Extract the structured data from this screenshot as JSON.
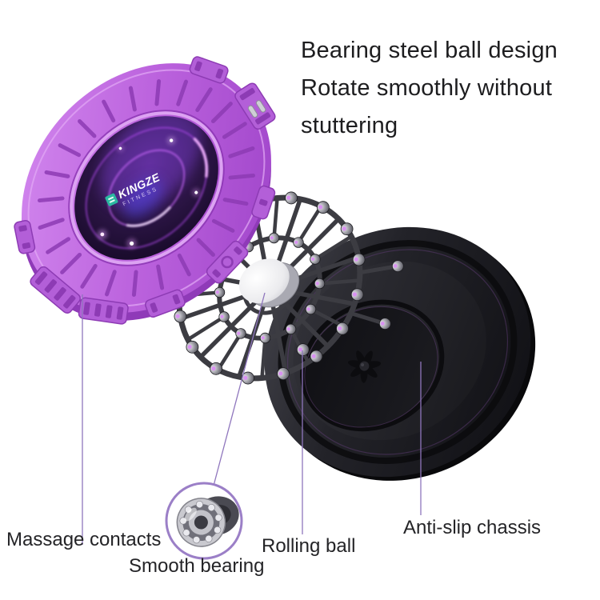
{
  "heading": {
    "line1": "Bearing steel ball design",
    "line2": "Rotate smoothly without",
    "line3": "stuttering"
  },
  "callouts": {
    "massage_contacts": "Massage contacts",
    "smooth_bearing": "Smooth bearing",
    "rolling_ball": "Rolling ball",
    "anti_slip_chassis": "Anti-slip chassis"
  },
  "logo": {
    "brand": "KINGZE",
    "sub": "FITNESS"
  },
  "colors": {
    "background": "#ffffff",
    "heading_text": "#1d1d1f",
    "callout_text": "#242427",
    "leader_line": "#8f76bd",
    "inset_ring": "#9b7fc7",
    "disc_rim": "#bb62dd",
    "disc_tab": "#b35fd8",
    "disc_tick": "#8d3bb4",
    "disc_face_dark": "#2e1648",
    "disc_glow": "#cf6bff",
    "cage_metal": "#3c3c42",
    "ball_glint": "#d98df2",
    "hub_white": "#f2f2f5",
    "chassis_black": "#1a1a1e",
    "logo_icon": "#2bb7a0"
  },
  "decor": {
    "disc_tick_count": 24,
    "spoke_count": 12,
    "outer_ball_count": 16,
    "inner_ball_count": 12,
    "inset_ball_count": 9
  }
}
